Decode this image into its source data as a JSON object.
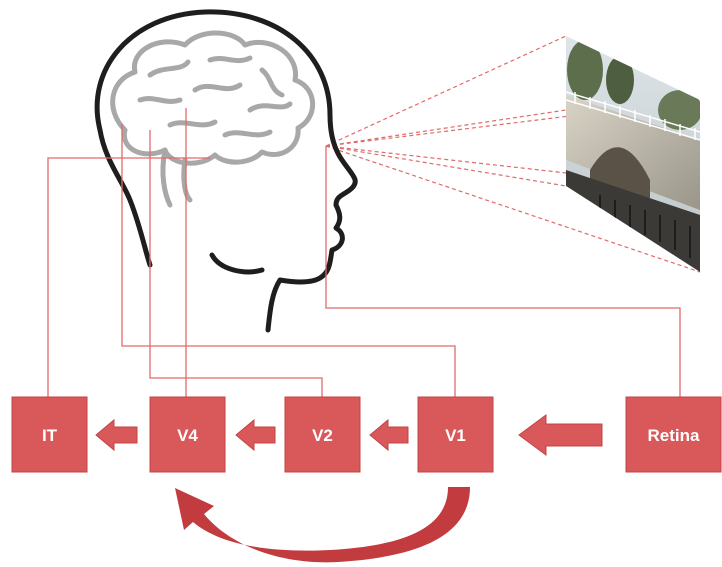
{
  "diagram": {
    "stages": [
      {
        "id": "it",
        "label": "IT"
      },
      {
        "id": "v4",
        "label": "V4"
      },
      {
        "id": "v2",
        "label": "V2"
      },
      {
        "id": "v1",
        "label": "V1"
      },
      {
        "id": "retina",
        "label": "Retina"
      }
    ],
    "colors": {
      "box_fill": "#d9585a",
      "box_stroke": "#c24446",
      "arrow_fill": "#d9585a",
      "curve_fill": "#c23b3e",
      "line": "#e06a6a",
      "head_outline": "#1e1e1e",
      "brain_outline": "#a8a8a8"
    },
    "icons": {
      "head": "human-head-profile-icon",
      "brain": "brain-icon",
      "scene": "bridge-photo-image"
    }
  }
}
